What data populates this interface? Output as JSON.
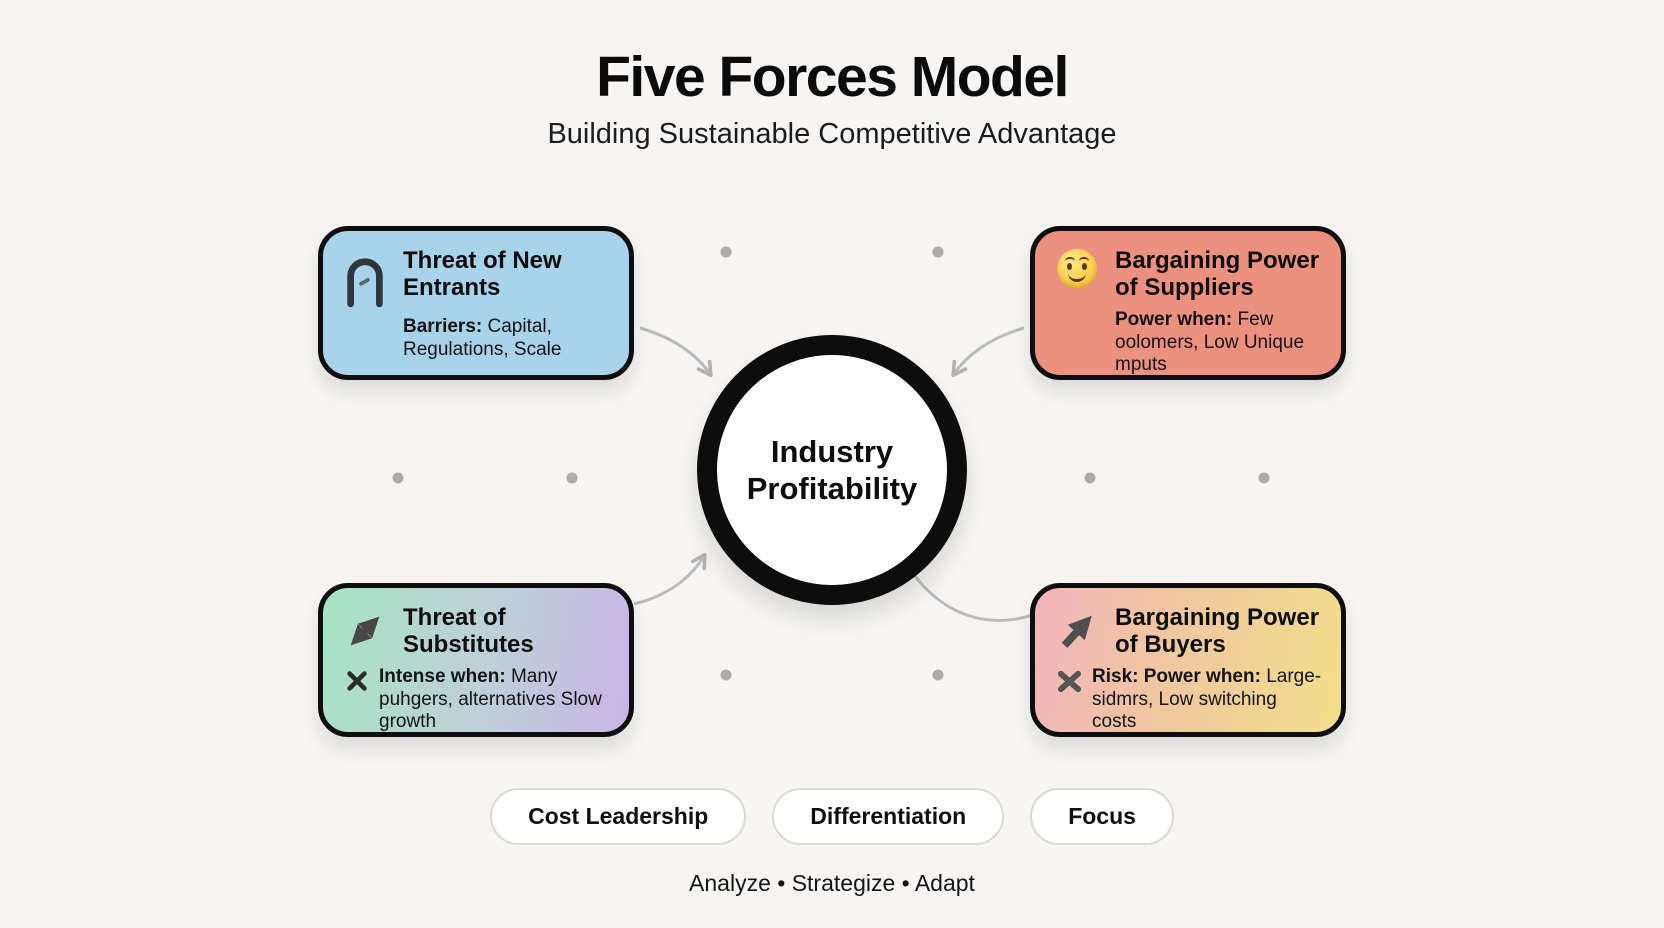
{
  "header": {
    "title": "Five Forces Model",
    "subtitle": "Building Sustainable Competitive Advantage"
  },
  "center": {
    "line1": "Industry",
    "line2": "Profitability"
  },
  "forces": [
    {
      "id": "new-entrants",
      "icon": "door-arch-icon",
      "title": "Threat of New Entrants",
      "body_label": "Barriers:",
      "body_text": " Capital, Regulations, Scale",
      "bg": "#a9d2eb"
    },
    {
      "id": "suppliers",
      "icon": "smiley-face-icon",
      "title": "Bargaining Power of Suppliers",
      "body_label": "Power when:",
      "body_text": " Few oolomers, Low Unique mputs",
      "bg": "#ec9080"
    },
    {
      "id": "substitutes",
      "icon": "double-diagonal-arrow-icon",
      "mini_icon": "x-mark-icon",
      "title": "Threat of Substitutes",
      "body_label": "Intense when:",
      "body_text": " Many puhgers, alternatives  Slow growth",
      "bg_gradient": [
        "#a6e3c3",
        "#c9b5e7"
      ]
    },
    {
      "id": "buyers",
      "icon": "up-right-arrow-icon",
      "mini_icon": "crossed-x-icon",
      "title": "Bargaining Power of Buyers",
      "body_label": "Risk: Power when:",
      "body_text": " Large-sidmrs, Low switching costs",
      "bg_gradient": [
        "#f3b4bd",
        "#f3df8c"
      ]
    }
  ],
  "strategies": [
    {
      "label": "Cost Leadership"
    },
    {
      "label": "Differentiation"
    },
    {
      "label": "Focus"
    }
  ],
  "footer": {
    "tagline": "Analyze • Strategize • Adapt"
  },
  "colors": {
    "background": "#f6f5f3",
    "box_border": "#0e0e0e",
    "arrow_gray": "#b9b9b9",
    "dot_gray": "#acacac",
    "circle_ring": "#0d0d0d"
  }
}
